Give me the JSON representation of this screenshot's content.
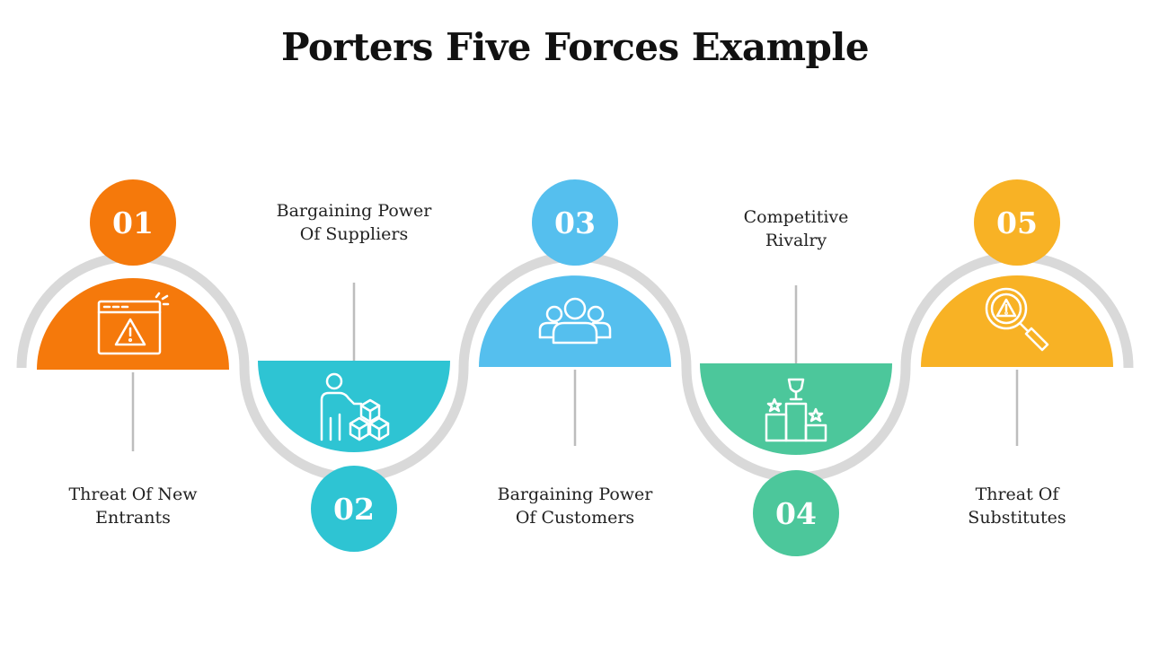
{
  "title": "Porters Five Forces Example",
  "colors": {
    "orange": "#F5790B",
    "cyan": "#2EC4D3",
    "blue": "#55BFEE",
    "green": "#4CC79B",
    "yellow": "#F8B225",
    "track": "#D9D9D9"
  },
  "forces": [
    {
      "number": "01",
      "line1": "Threat Of New",
      "line2": "Entrants",
      "icon": "browser-warning-icon",
      "color": "orange"
    },
    {
      "number": "02",
      "line1": "Bargaining Power",
      "line2": "Of Suppliers",
      "icon": "person-boxes-icon",
      "color": "cyan"
    },
    {
      "number": "03",
      "line1": "Bargaining Power",
      "line2": "Of Customers",
      "icon": "group-icon",
      "color": "blue"
    },
    {
      "number": "04",
      "line1": "Competitive",
      "line2": "Rivalry",
      "icon": "podium-trophy-icon",
      "color": "green"
    },
    {
      "number": "05",
      "line1": "Threat Of",
      "line2": "Substitutes",
      "icon": "magnifier-warning-icon",
      "color": "yellow"
    }
  ]
}
